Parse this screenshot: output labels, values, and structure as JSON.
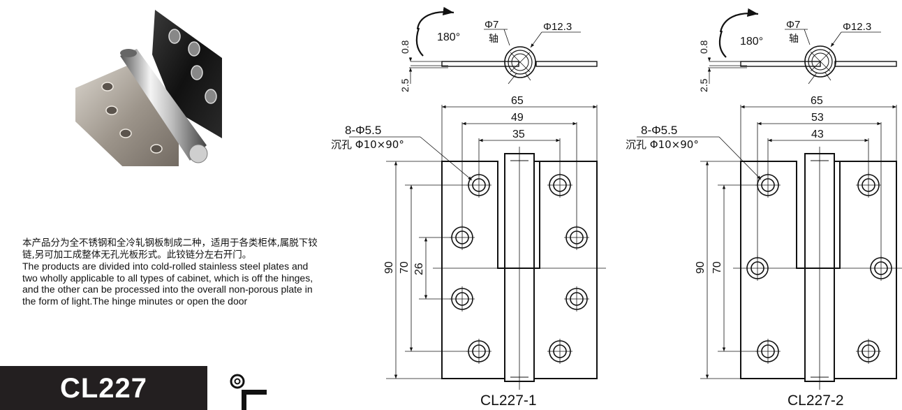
{
  "model": "CL227",
  "description": {
    "cn": "本产品分为全不锈钢和全冷轧钢板制成二种，适用于各类柜体,属脱下铰链,另可加工成整体无孔光板形式。此铰链分左右开门。",
    "en": "The products are divided into cold-rolled stainless steel plates and two wholly applicable to all types of cabinet, which is off the hinges, and the other can be processed into the overall non-porous plate in the form of light.The hinge minutes or open the door"
  },
  "drawings": [
    {
      "caption": "CL227-1",
      "rotation": "180°",
      "pin_dia": "Φ7",
      "pin_label": "轴",
      "knuckle_dia": "Φ12.3",
      "thickness": "0.8",
      "offset": "2.5",
      "width": "65",
      "hole_span_1": "49",
      "hole_span_2": "35",
      "holes": "8-Φ5.5",
      "countersink": "沉孔 Φ10×90°",
      "height": "90",
      "hole_vertical": "70",
      "hole_vertical_inner": "26"
    },
    {
      "caption": "CL227-2",
      "rotation": "180°",
      "pin_dia": "Φ7",
      "pin_label": "轴",
      "knuckle_dia": "Φ12.3",
      "thickness": "0.8",
      "offset": "2.5",
      "width": "65",
      "hole_span_1": "53",
      "hole_span_2": "43",
      "holes": "8-Φ5.5",
      "countersink": "沉孔 Φ10×90°",
      "height": "90",
      "hole_vertical": "70"
    }
  ]
}
